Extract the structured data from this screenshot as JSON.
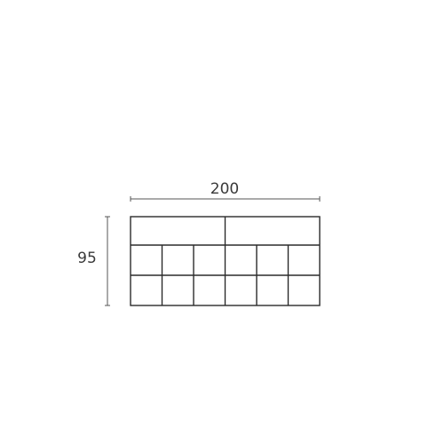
{
  "dimensions": {
    "width_label": "200",
    "height_label": "95"
  },
  "grid": {
    "top_row_cells": 2,
    "lower_rows": 2,
    "lower_row_cells": 6
  },
  "colors": {
    "outline": "#2b2b2b",
    "dimension": "#555555",
    "text": "#3a3a3a"
  }
}
